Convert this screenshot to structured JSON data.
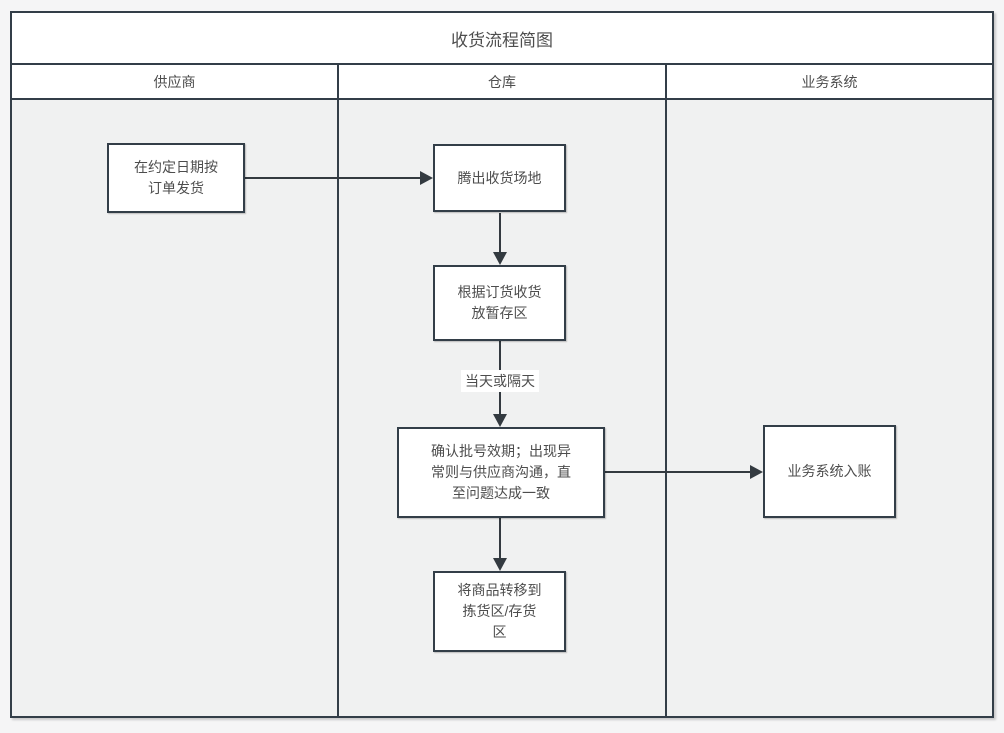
{
  "diagram": {
    "title": "收货流程简图",
    "lanes": [
      {
        "label": "供应商"
      },
      {
        "label": "仓库"
      },
      {
        "label": "业务系统"
      }
    ],
    "nodes": [
      {
        "id": "ship-on-schedule",
        "lane": "供应商",
        "label": "在约定日期按\n订单发货"
      },
      {
        "id": "clear-receiving-area",
        "lane": "仓库",
        "label": "腾出收货场地"
      },
      {
        "id": "receive-to-staging",
        "lane": "仓库",
        "label": "根据订货收货\n放暂存区"
      },
      {
        "id": "confirm-batch-expiry",
        "lane": "仓库",
        "label": "确认批号效期；出现异\n常则与供应商沟通，直\n至问题达成一致"
      },
      {
        "id": "transfer-to-picking",
        "lane": "仓库",
        "label": "将商品转移到\n拣货区/存货\n区"
      },
      {
        "id": "system-posting",
        "lane": "业务系统",
        "label": "业务系统入账"
      }
    ],
    "edges": [
      {
        "from": "ship-on-schedule",
        "to": "clear-receiving-area",
        "label": ""
      },
      {
        "from": "clear-receiving-area",
        "to": "receive-to-staging",
        "label": ""
      },
      {
        "from": "receive-to-staging",
        "to": "confirm-batch-expiry",
        "label": "当天或隔天"
      },
      {
        "from": "confirm-batch-expiry",
        "to": "system-posting",
        "label": ""
      },
      {
        "from": "confirm-batch-expiry",
        "to": "transfer-to-picking",
        "label": ""
      }
    ],
    "colors": {
      "stroke": "#333e48",
      "arrow": "#333a40",
      "text": "#4d4d4d",
      "lane_fill": "#f0f1f1",
      "node_fill": "#ffffff",
      "canvas_bg": "#f5f5f6"
    }
  }
}
